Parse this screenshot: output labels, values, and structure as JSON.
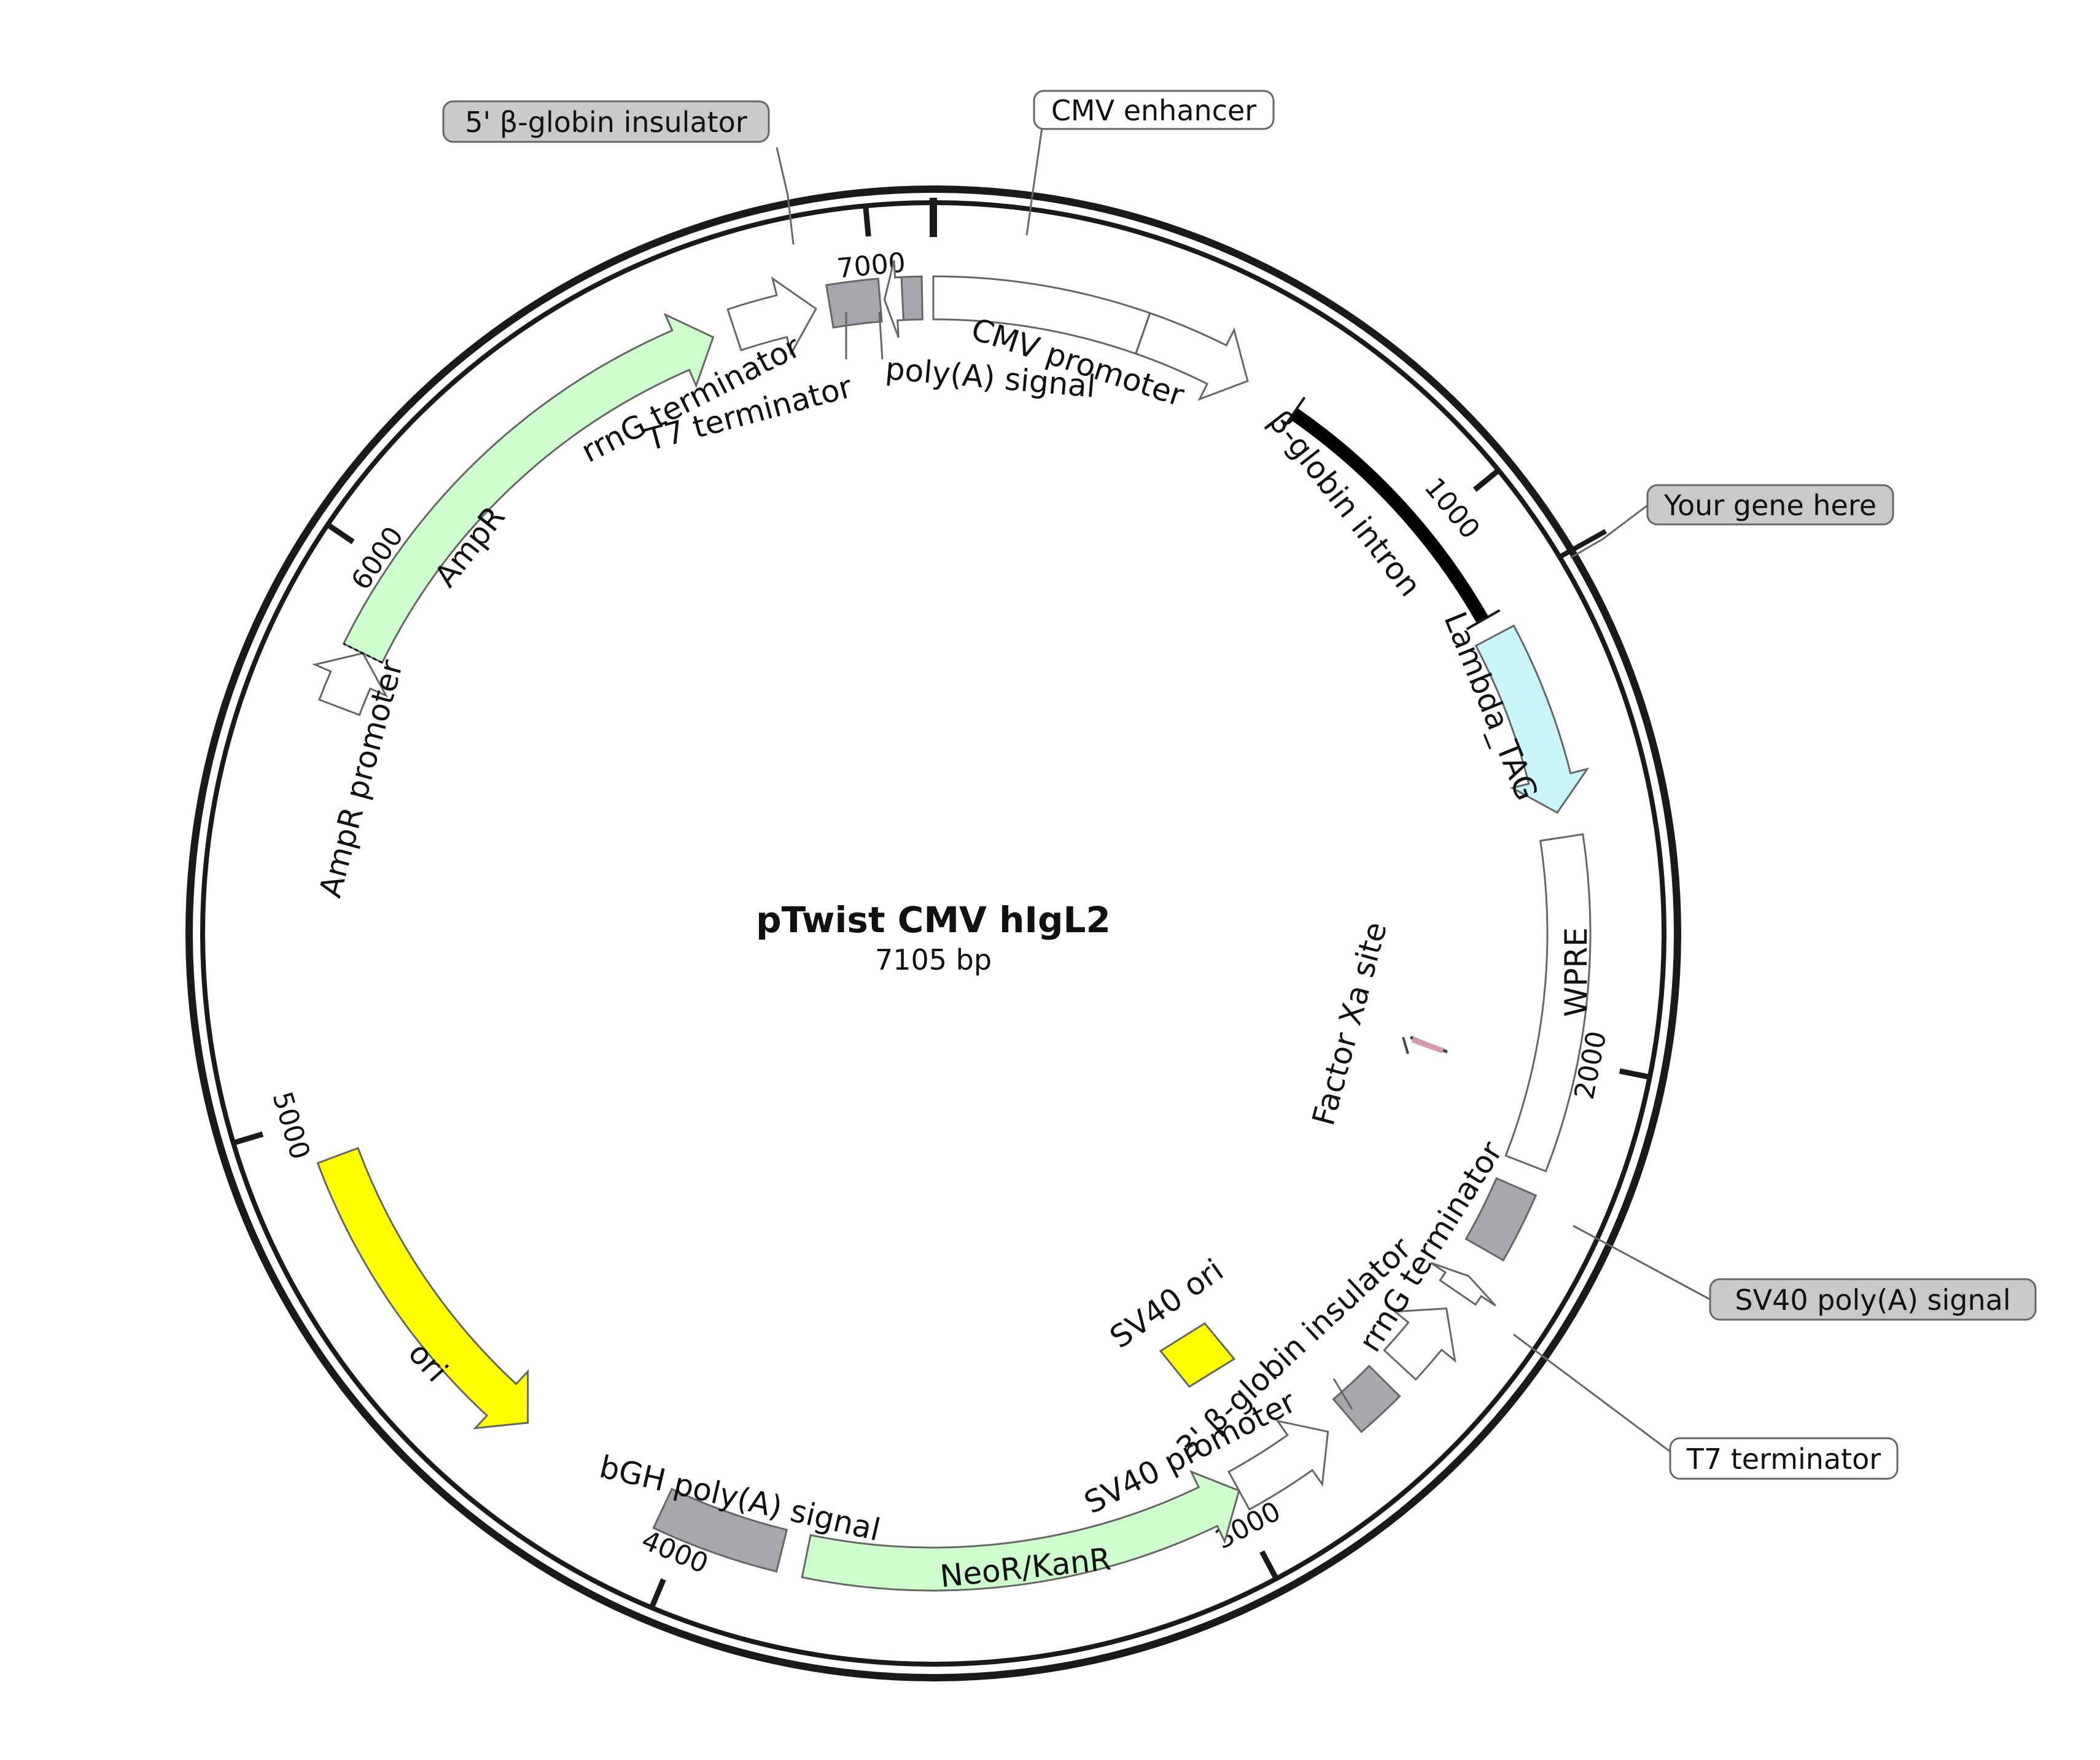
{
  "plasmid": {
    "name": "pTwist CMV hIgL2",
    "length_label": "7105 bp",
    "length_bp": 7105
  },
  "ticks": [
    {
      "label": "1000",
      "bp": 1000
    },
    {
      "label": "2000",
      "bp": 2000
    },
    {
      "label": "3000",
      "bp": 3000
    },
    {
      "label": "4000",
      "bp": 4000
    },
    {
      "label": "5000",
      "bp": 5000
    },
    {
      "label": "6000",
      "bp": 6000
    },
    {
      "label": "7000",
      "bp": 7000
    }
  ],
  "features": [
    {
      "id": "cmv-enhancer",
      "type": "box",
      "start": 0,
      "end": 380,
      "color": "#ffffff"
    },
    {
      "id": "cmv-promoter",
      "type": "arrow",
      "start": 380,
      "end": 585,
      "direction": "cw",
      "color": "#ffffff"
    },
    {
      "id": "beta-globin-intron",
      "type": "thick",
      "start": 685,
      "end": 1190,
      "color": "#000000"
    },
    {
      "id": "lambda-tag",
      "type": "arrow",
      "start": 1225,
      "end": 1560,
      "direction": "cw",
      "color": "#c8f4fa"
    },
    {
      "id": "wpre",
      "type": "box",
      "start": 1605,
      "end": 2195,
      "color": "#ffffff"
    },
    {
      "id": "sv40-polya",
      "type": "box",
      "start": 2240,
      "end": 2365,
      "color": "#a6a8ab"
    },
    {
      "id": "t7-term-right",
      "type": "arrow",
      "start": 2420,
      "end": 2455,
      "direction": "ccw",
      "color": "#ffffff"
    },
    {
      "id": "rrng-term-right",
      "type": "arrow",
      "start": 2490,
      "end": 2620,
      "direction": "ccw",
      "color": "#ffffff"
    },
    {
      "id": "three-globin",
      "type": "box",
      "start": 2660,
      "end": 2750,
      "color": "#a6a8ab"
    },
    {
      "id": "sv40-promoter",
      "type": "arrow",
      "start": 2795,
      "end": 2985,
      "direction": "ccw",
      "color": "#ffffff"
    },
    {
      "id": "neo",
      "type": "arrow",
      "start": 2985,
      "end": 3780,
      "direction": "ccw",
      "color": "#ccffcc"
    },
    {
      "id": "bgh",
      "type": "box",
      "start": 3825,
      "end": 4050,
      "color": "#a6a8ab"
    },
    {
      "id": "ori",
      "type": "arrow",
      "start": 4335,
      "end": 4925,
      "direction": "ccw",
      "color": "#ffff00"
    },
    {
      "id": "ampr-promoter",
      "type": "arrow",
      "start": 5740,
      "end": 5845,
      "direction": "cw",
      "color": "#ffffff"
    },
    {
      "id": "ampr",
      "type": "arrow",
      "start": 5845,
      "end": 6705,
      "direction": "cw",
      "color": "#ccffcc"
    },
    {
      "id": "rrng-term-left",
      "type": "arrow",
      "start": 6745,
      "end": 6895,
      "direction": "cw",
      "color": "#ffffff"
    },
    {
      "id": "five-globin",
      "type": "box",
      "start": 6920,
      "end": 7010,
      "color": "#a6a8ab"
    },
    {
      "id": "t7-term-left",
      "type": "arrow",
      "start": 7018,
      "end": 7060,
      "direction": "ccw",
      "color": "#ffffff"
    },
    {
      "id": "polya-top",
      "type": "box",
      "start": 7050,
      "end": 7085,
      "color": "#a6a8ab"
    }
  ],
  "inner": [
    {
      "id": "sv40-ori",
      "color": "#ffff00"
    },
    {
      "id": "factor-xa",
      "color": "#f6c0d0"
    }
  ],
  "labels": {
    "cmv_promoter": "CMV promoter",
    "polya_signal": "poly(A) signal",
    "t7_terminator": "T7 terminator",
    "rrng_terminator": "rrnG terminator",
    "beta_globin_intron": "β-globin intron",
    "lambda_tag": "Lambda_TAG",
    "wpre": "WPRE",
    "factor_xa": "Factor Xa site",
    "ampr": "AmpR",
    "ampr_promoter": "AmpR promoter",
    "ori": "ori",
    "sv40_ori": "SV40 ori",
    "three_globin": "3' β-globin insulator",
    "rrng_terminator_2": "rrnG terminator",
    "sv40_promoter": "SV40 promoter",
    "neo": "NeoR/KanR",
    "bgh": "bGH poly(A) signal"
  },
  "callouts": [
    {
      "id": "five-globin",
      "label": "5' β-globin insulator",
      "filled": true
    },
    {
      "id": "cmv-enhancer",
      "label": "CMV enhancer",
      "filled": false
    },
    {
      "id": "your-gene",
      "label": "Your gene here",
      "filled": true
    },
    {
      "id": "sv40-polya",
      "label": "SV40 poly(A) signal",
      "filled": true
    },
    {
      "id": "t7-term",
      "label": "T7 terminator",
      "filled": false
    }
  ],
  "colors": {
    "outline": "#666666",
    "backbone": "#1a1a1a",
    "callout_filled": "#c8c9cb",
    "callout_empty": "#ffffff"
  }
}
